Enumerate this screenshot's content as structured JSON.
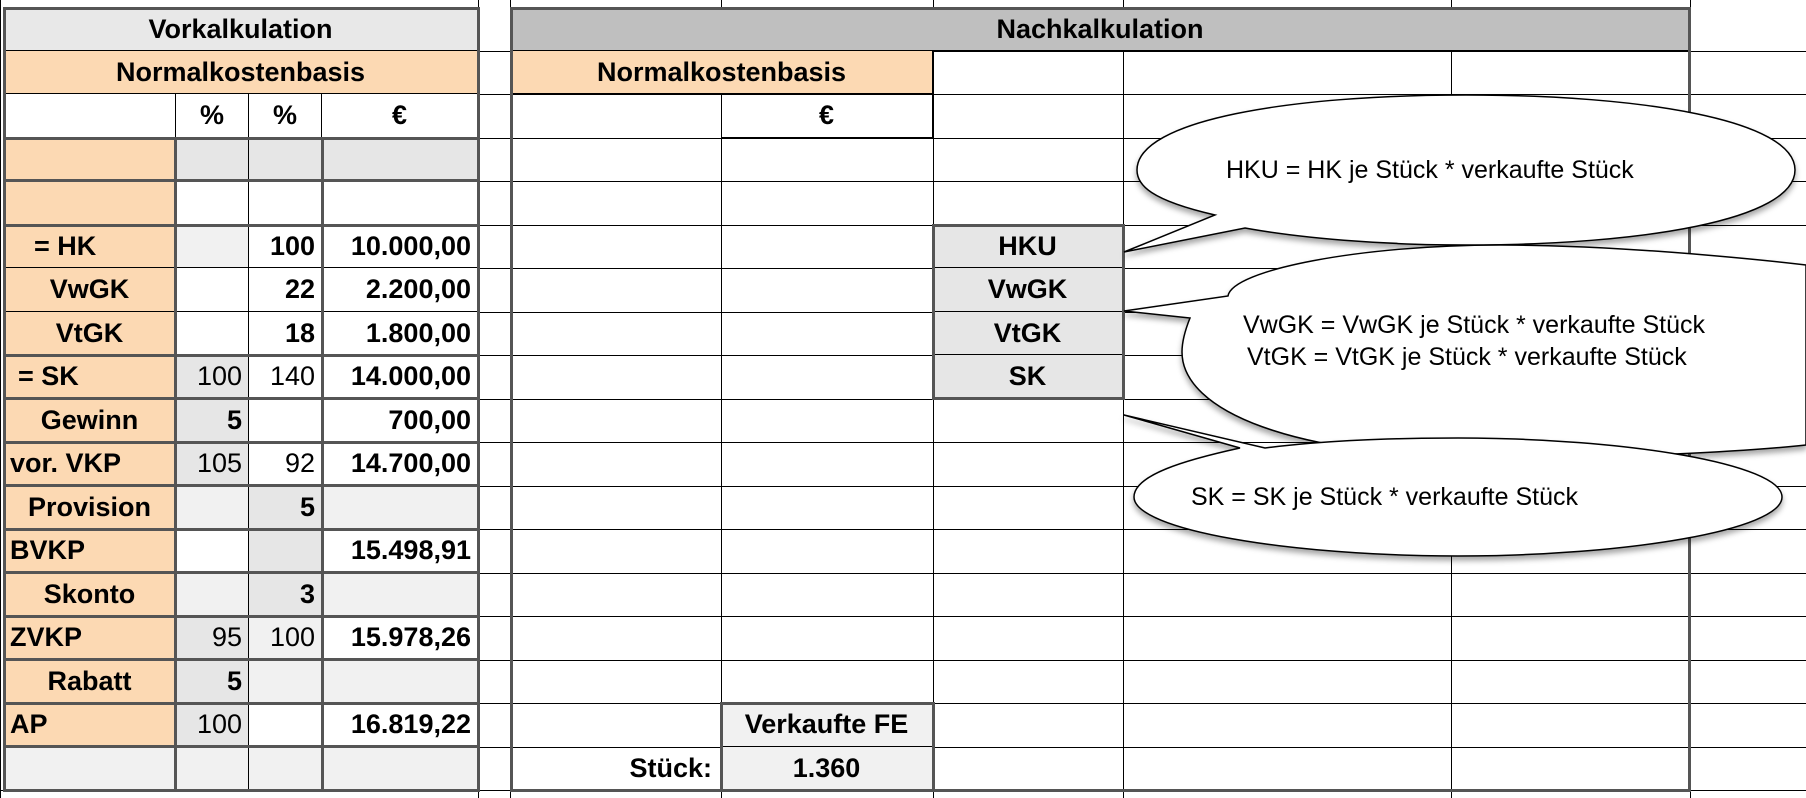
{
  "vorkalkulation": {
    "title": "Vorkalkulation",
    "subtitle": "Normalkostenbasis",
    "col_headers": [
      "",
      "%",
      "%",
      "€"
    ],
    "rows": [
      {
        "label": "",
        "p1": "",
        "p2": "",
        "eur": ""
      },
      {
        "label": "",
        "p1": "",
        "p2": "",
        "eur": ""
      },
      {
        "label": "= HK",
        "p1": "",
        "p2": "100",
        "eur": "10.000,00"
      },
      {
        "label": "VwGK",
        "p1": "",
        "p2": "22",
        "eur": "2.200,00"
      },
      {
        "label": "VtGK",
        "p1": "",
        "p2": "18",
        "eur": "1.800,00"
      },
      {
        "label": "= SK",
        "p1": "100",
        "p2": "140",
        "eur": "14.000,00"
      },
      {
        "label": "Gewinn",
        "p1": "5",
        "p2": "",
        "eur": "700,00"
      },
      {
        "label": "vor. VKP",
        "p1": "105",
        "p2": "92",
        "eur": "14.700,00"
      },
      {
        "label": "Provision",
        "p1": "",
        "p2": "5",
        "eur": ""
      },
      {
        "label": "BVKP",
        "p1": "",
        "p2": "",
        "eur": "15.498,91"
      },
      {
        "label": "Skonto",
        "p1": "",
        "p2": "3",
        "eur": ""
      },
      {
        "label": "ZVKP",
        "p1": "95",
        "p2": "100",
        "eur": "15.978,26"
      },
      {
        "label": "Rabatt",
        "p1": "5",
        "p2": "",
        "eur": ""
      },
      {
        "label": "AP",
        "p1": "100",
        "p2": "",
        "eur": "16.819,22"
      }
    ]
  },
  "nachkalkulation": {
    "title": "Nachkalkulation",
    "subtitle": "Normalkostenbasis",
    "eur_header": "€",
    "labels": [
      "HKU",
      "VwGK",
      "VtGK",
      "SK"
    ],
    "verkaufte_label": "Verkaufte FE",
    "stueck_label": "Stück:",
    "stueck_value": "1.360"
  },
  "callouts": [
    {
      "text": "HKU = HK je Stück * verkaufte Stück"
    },
    {
      "line1": "VwGK = VwGK je Stück * verkaufte Stück",
      "line2": "VtGK  = VtGK je Stück * verkaufte Stück"
    },
    {
      "text": "SK = SK je Stück * verkaufte Stück"
    }
  ],
  "colors": {
    "peach": "#fcd9b3",
    "grey": "#e6e6e6",
    "header_dark": "#bfbfbf"
  }
}
